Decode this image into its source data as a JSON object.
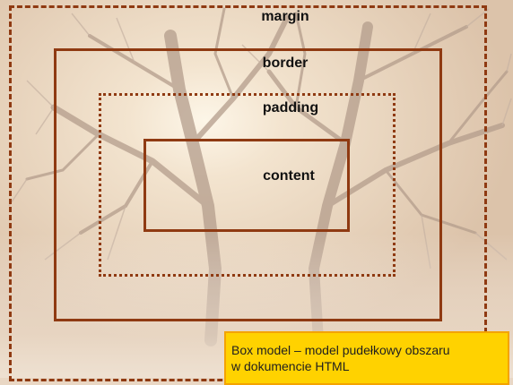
{
  "diagram": {
    "labels": {
      "margin": "margin",
      "border": "border",
      "padding": "padding",
      "content": "content"
    },
    "caption": {
      "line1": "Box model – model pudełkowy obszaru",
      "line2": "w dokumencie HTML"
    },
    "colors": {
      "box_outline": "#8f3a12",
      "caption_background": "#ffd200",
      "caption_border": "#f4a300",
      "scene_background": "#e9d7c4"
    }
  }
}
